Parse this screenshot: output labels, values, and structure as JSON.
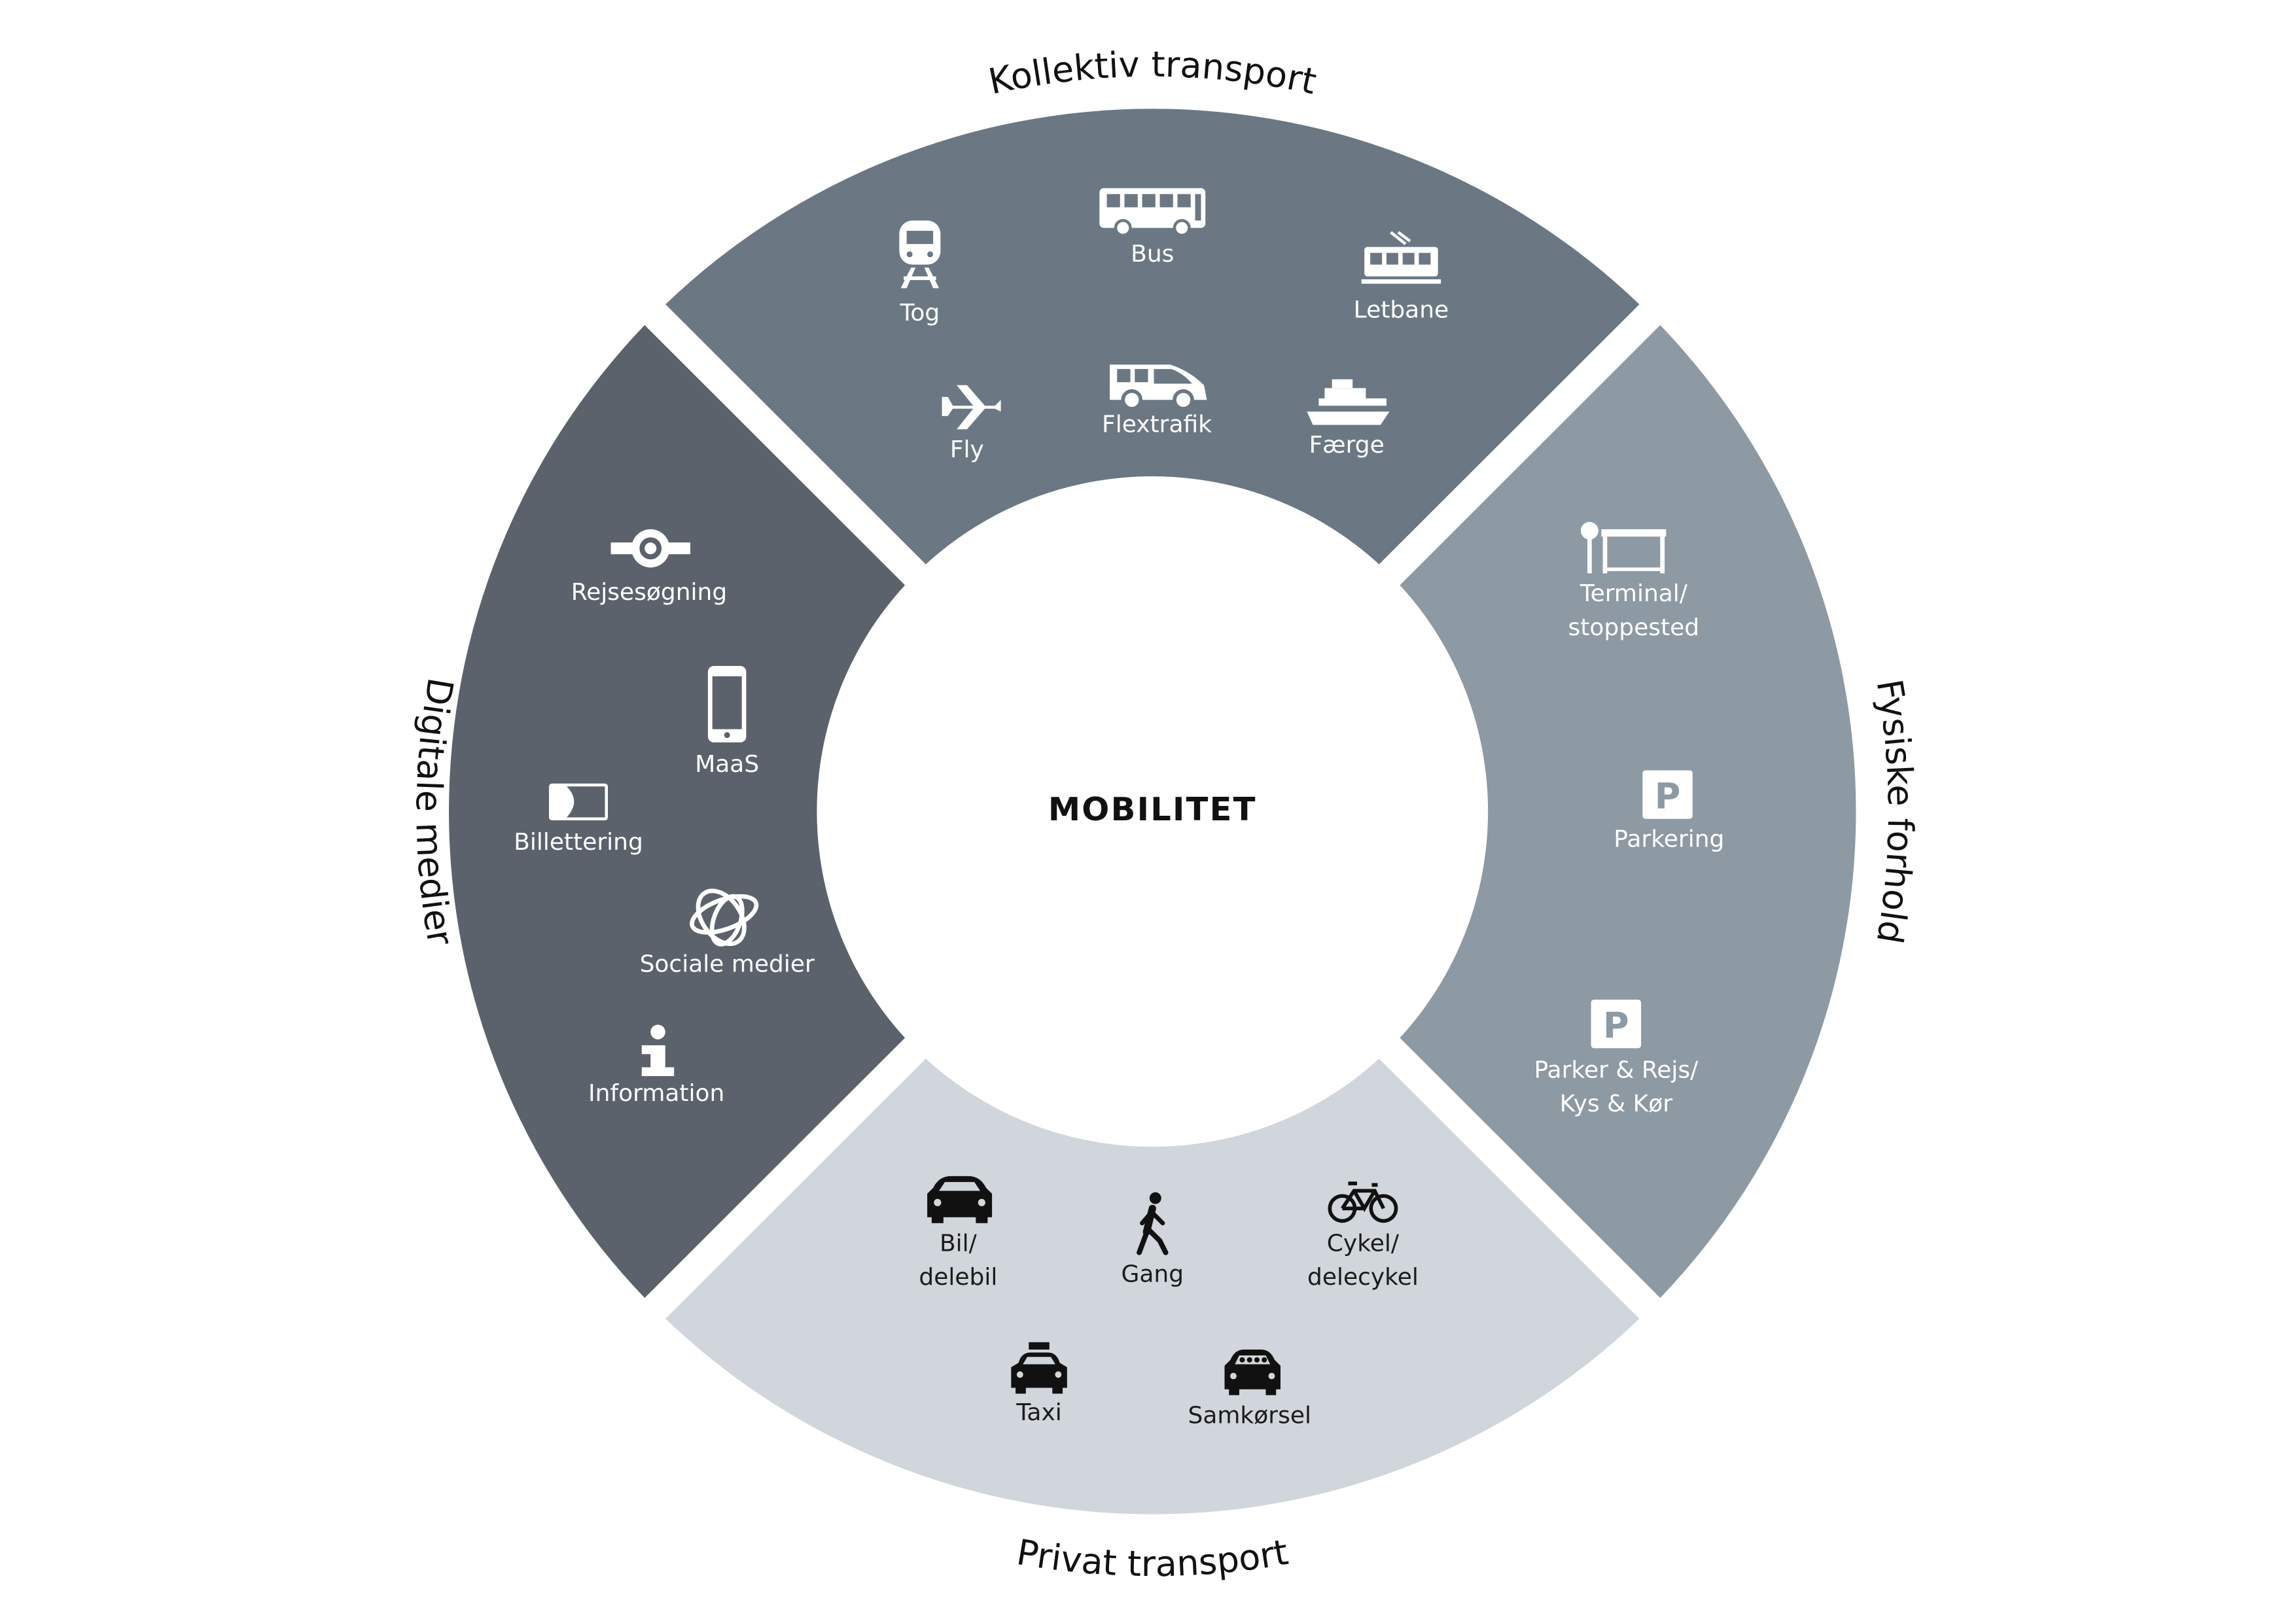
{
  "center": {
    "label": "MOBILITET"
  },
  "colors": {
    "kollektiv": "#6b7883",
    "fysiske": "#8d99a3",
    "privat": "#d0d6db",
    "digitale": "#5b626b",
    "icon_light": "#ffffff",
    "icon_dark": "#111111"
  },
  "sectors": {
    "kollektiv": {
      "title": "Kollektiv transport",
      "items": {
        "tog": "Tog",
        "bus": "Bus",
        "letbane": "Letbane",
        "fly": "Fly",
        "flextrafik": "Flextrafik",
        "faerge": "Færge"
      }
    },
    "fysiske": {
      "title": "Fysiske forhold",
      "items": {
        "terminal_1": "Terminal/",
        "terminal_2": "stoppested",
        "parkering": "Parkering",
        "parker_1": "Parker & Rejs/",
        "parker_2": "Kys & Kør"
      },
      "parking_letter": "P"
    },
    "privat": {
      "title": "Privat transport",
      "items": {
        "bil_1": "Bil/",
        "bil_2": "delebil",
        "gang": "Gang",
        "cykel_1": "Cykel/",
        "cykel_2": "delecykel",
        "taxi": "Taxi",
        "samkorsel": "Samkørsel"
      }
    },
    "digitale": {
      "title": "Digitale medier",
      "items": {
        "rejsesogning": "Rejsesøgning",
        "maas": "MaaS",
        "billettering": "Billettering",
        "sociale": "Sociale medier",
        "information": "Information"
      }
    }
  }
}
